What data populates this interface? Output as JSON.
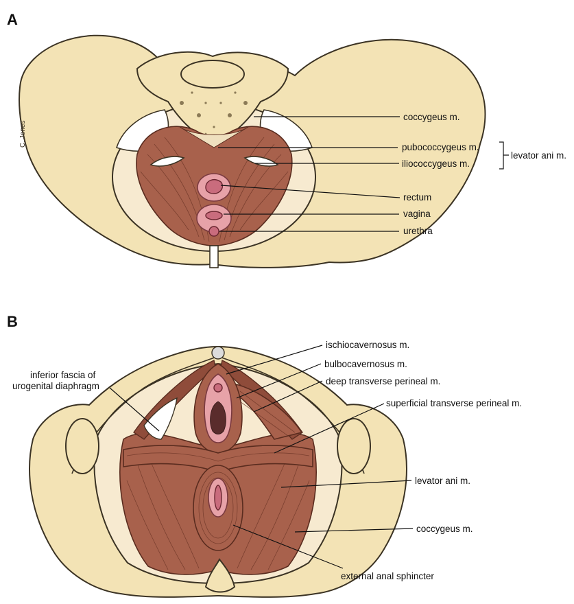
{
  "panel_a": {
    "letter": "A",
    "labels": {
      "coccygeus": "coccygeus m.",
      "pubococcygeus": "pubococcygeus m.",
      "iliococcygeus": "iliococcygeus m.",
      "levator_group": "levator ani m.",
      "rectum": "rectum",
      "vagina": "vagina",
      "urethra": "urethra"
    },
    "signature": "C. Jones"
  },
  "panel_b": {
    "letter": "B",
    "labels": {
      "ischiocavernosus": "ischiocavernosus m.",
      "bulbocavernosus": "bulbocavernosus m.",
      "deep_transverse": "deep transverse perineal m.",
      "superficial_transverse": "superficial transverse perineal m.",
      "inferior_fascia_line1": "inferior fascia of",
      "inferior_fascia_line2": "urogenital diaphragm",
      "levator_ani": "levator ani m.",
      "coccygeus": "coccygeus m.",
      "external_anal_sphincter": "external anal sphincter"
    }
  },
  "colors": {
    "bone": "#f3e3b5",
    "muscle": "#a8614c",
    "mucosa": "#e7a2a8",
    "outline": "#3b3324"
  }
}
